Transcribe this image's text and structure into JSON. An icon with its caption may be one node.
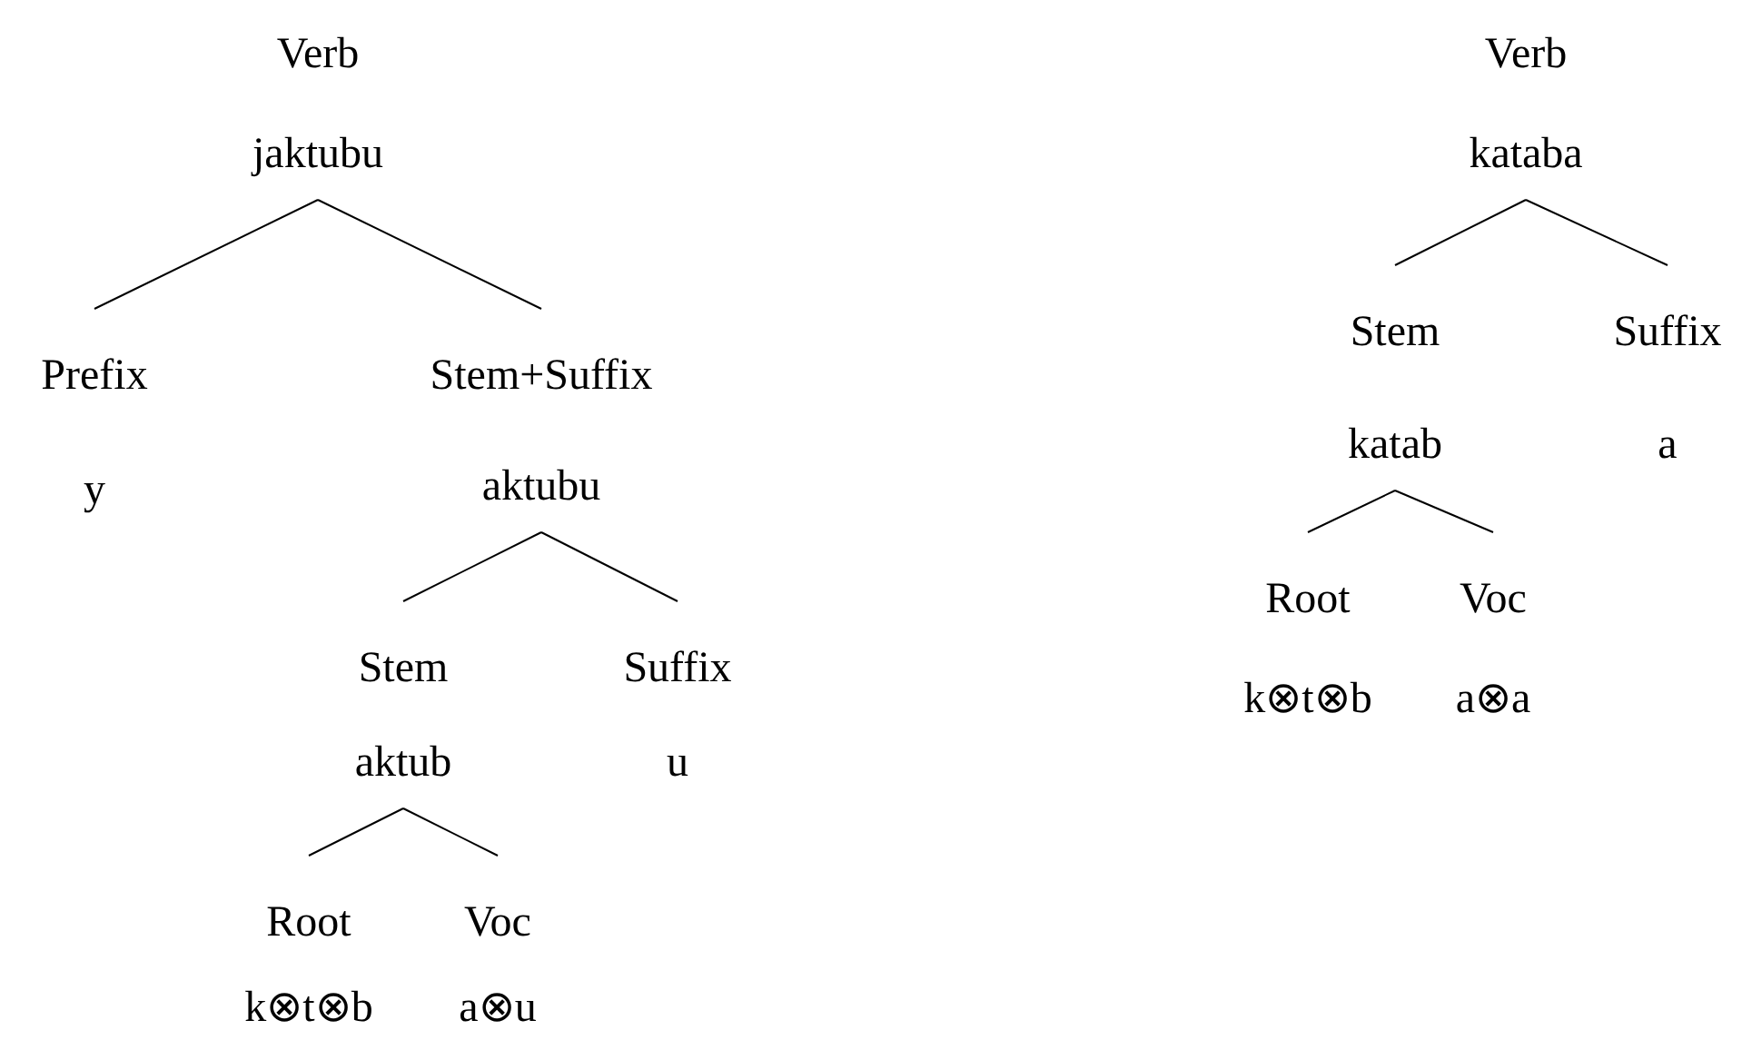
{
  "diagram": {
    "nodes": [
      {
        "text": [
          "Verb",
          "jaktubu"
        ]
      },
      {
        "text": [
          "Prefix",
          "y"
        ]
      },
      {
        "text": [
          "Stem+Suffix",
          "aktubu"
        ]
      },
      {
        "text": [
          "Stem",
          "aktub"
        ]
      },
      {
        "text": [
          "Suffix",
          "u"
        ]
      },
      {
        "text": [
          "Root",
          "k⊗t⊗b"
        ]
      },
      {
        "text": [
          "Voc",
          "a⊗u"
        ]
      },
      {
        "text": [
          "Verb",
          "kataba"
        ]
      },
      {
        "text": [
          "Stem",
          "katab"
        ]
      },
      {
        "text": [
          "Suffix",
          "a"
        ]
      },
      {
        "text": [
          "Root",
          "k⊗t⊗b"
        ]
      },
      {
        "text": [
          "Voc",
          "a⊗a"
        ]
      }
    ],
    "edges": [
      {
        "from": 0,
        "to": 1,
        "arrow": "none"
      },
      {
        "from": 0,
        "to": 2,
        "arrow": "none"
      },
      {
        "from": 2,
        "to": 3,
        "arrow": "none"
      },
      {
        "from": 2,
        "to": 4,
        "arrow": "none"
      },
      {
        "from": 3,
        "to": 5,
        "arrow": "none"
      },
      {
        "from": 3,
        "to": 6,
        "arrow": "none"
      },
      {
        "from": 7,
        "to": 8,
        "arrow": "none"
      },
      {
        "from": 7,
        "to": 9,
        "arrow": "none"
      },
      {
        "from": 8,
        "to": 10,
        "arrow": "none"
      },
      {
        "from": 8,
        "to": 11,
        "arrow": "none"
      }
    ]
  }
}
